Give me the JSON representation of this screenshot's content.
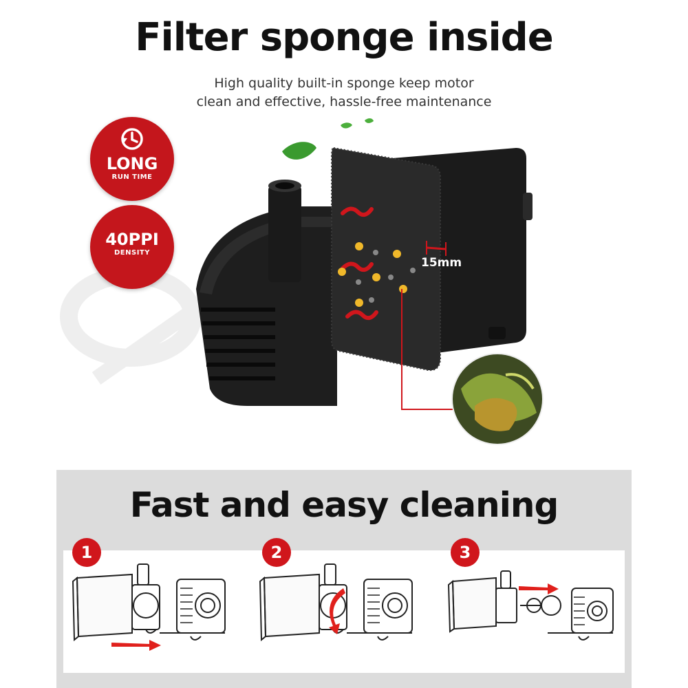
{
  "heading": {
    "title": "Filter sponge inside",
    "subtitle_line1": "High quality built-in sponge keep motor",
    "subtitle_line2": "clean and effective, hassle-free maintenance"
  },
  "badges": {
    "long": {
      "big": "LONG",
      "small": "RUN TIME",
      "icon": "clock-refresh-icon"
    },
    "ppi": {
      "big": "40PPI",
      "small": "DENSITY"
    }
  },
  "product": {
    "thickness_label": "15mm"
  },
  "cleaning": {
    "title": "Fast and easy cleaning",
    "steps": [
      {
        "number": "1"
      },
      {
        "number": "2"
      },
      {
        "number": "3"
      }
    ]
  },
  "colors": {
    "brand_red": "#c4161c",
    "panel_gray": "#dcdcdc",
    "pump_black": "#1c1c1c"
  }
}
